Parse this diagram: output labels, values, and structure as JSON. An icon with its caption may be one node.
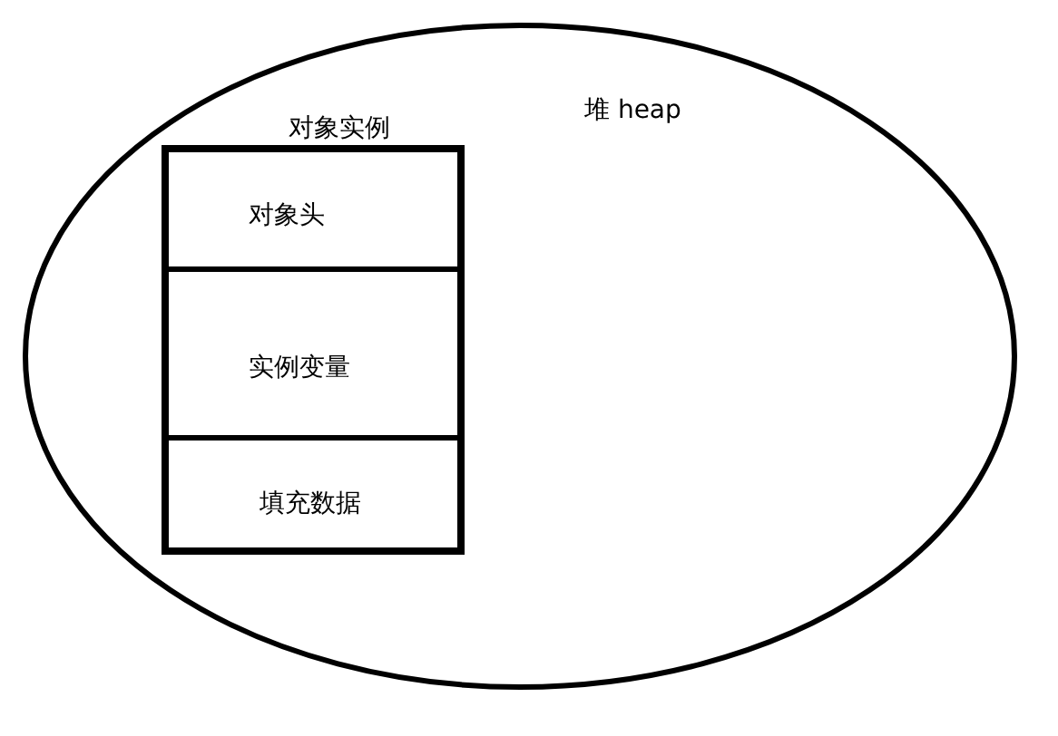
{
  "diagram": {
    "nodes": [
      {
        "text": [
          "堆 heap"
        ]
      },
      {
        "text": [
          "对象实例"
        ],
        "in": 0
      },
      {
        "text": [
          "对象头"
        ],
        "in": 1
      },
      {
        "text": [
          "实例变量"
        ],
        "in": 1
      },
      {
        "text": [
          "填充数据"
        ],
        "in": 1
      }
    ]
  }
}
